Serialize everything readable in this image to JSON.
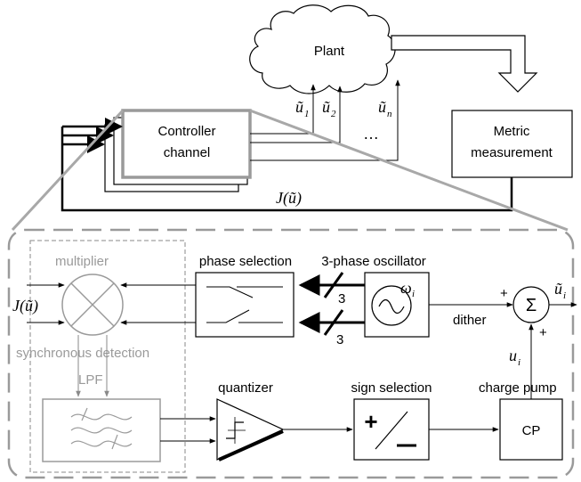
{
  "top": {
    "plant": "Plant",
    "controller_line1": "Controller",
    "controller_line2": "channel",
    "metric_line1": "Metric",
    "metric_line2": "measurement",
    "u_sym": "ũ",
    "u1_sub": "1",
    "u2_sub": "2",
    "un_sub": "n",
    "ellipsis": "…",
    "feedback": "J(ũ)"
  },
  "detail": {
    "multiplier": "multiplier",
    "input": "J(ũ)",
    "sync_detection": "synchronous detection",
    "lpf": "LPF",
    "phase_selection": "phase selection",
    "oscillator_title": "3-phase oscillator",
    "omega_sym": "ω",
    "omega_sub": "i",
    "bus_top": "3",
    "bus_bottom": "3",
    "dither": "dither",
    "sum_symbol": "Σ",
    "plus_left": "+",
    "plus_bottom": "+",
    "output_sym": "ũ",
    "output_sub": "i",
    "ui_sym": "u",
    "ui_sub": "i",
    "charge_pump": "charge pump",
    "quantizer": "quantizer",
    "sign_selection": "sign selection",
    "sign_plus": "+",
    "cp": "CP"
  }
}
